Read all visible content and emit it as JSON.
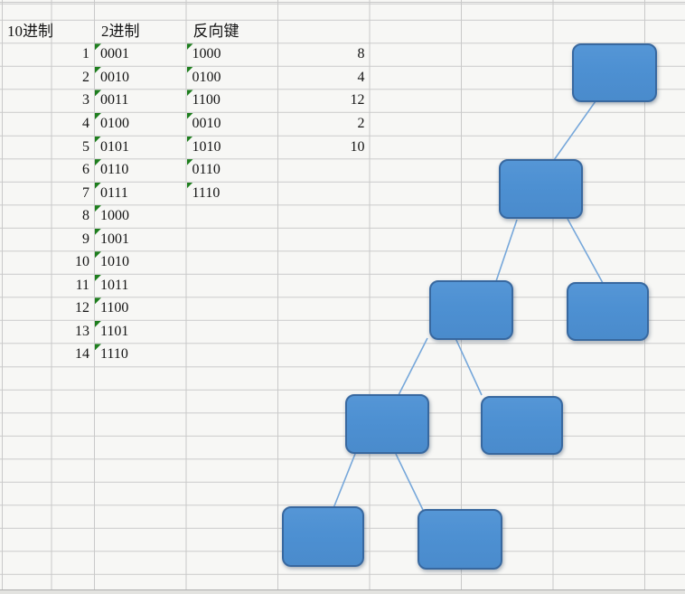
{
  "app": {
    "name": "spreadsheet-worksheet",
    "description": "Excel-style sheet showing decimal-to-binary bit-reversal table and an unlabeled binary tree built from rounded rectangle shapes"
  },
  "colors": {
    "background": "#f7f7f5",
    "gridline": "#c9c9c9",
    "cell_text": "#141414",
    "format_indicator_green": "#1e7e1e",
    "node_fill": "#4d90d2",
    "node_border": "#38689f",
    "connector_blue": "#76a7da"
  },
  "sheet": {
    "headers": [
      "10进制",
      "2进制",
      "反向键"
    ],
    "rows": [
      [
        "1",
        "0001",
        "1000",
        "8"
      ],
      [
        "2",
        "0010",
        "0100",
        "4"
      ],
      [
        "3",
        "0011",
        "1100",
        "12"
      ],
      [
        "4",
        "0100",
        "0010",
        "2"
      ],
      [
        "5",
        "0101",
        "1010",
        "10"
      ],
      [
        "6",
        "0110",
        "0110",
        ""
      ],
      [
        "7",
        "0111",
        "1110",
        ""
      ],
      [
        "8",
        "1000",
        "",
        ""
      ],
      [
        "9",
        "1001",
        "",
        ""
      ],
      [
        "10",
        "1010",
        "",
        ""
      ],
      [
        "11",
        "1011",
        "",
        ""
      ],
      [
        "12",
        "1100",
        "",
        ""
      ],
      [
        "13",
        "1101",
        "",
        ""
      ],
      [
        "14",
        "1110",
        "",
        ""
      ]
    ]
  },
  "tree": {
    "node_count": 8,
    "nodes": [
      "root",
      "l2",
      "l3-left",
      "l3-right",
      "l4-left",
      "l4-right",
      "l5-left",
      "l5-right"
    ],
    "edges": [
      [
        "root",
        "l2"
      ],
      [
        "l2",
        "l3-left"
      ],
      [
        "l2",
        "l3-right"
      ],
      [
        "l3-left",
        "l4-left"
      ],
      [
        "l3-left",
        "l4-right"
      ],
      [
        "l4-left",
        "l5-left"
      ],
      [
        "l4-left",
        "l5-right"
      ]
    ],
    "labels": ""
  }
}
